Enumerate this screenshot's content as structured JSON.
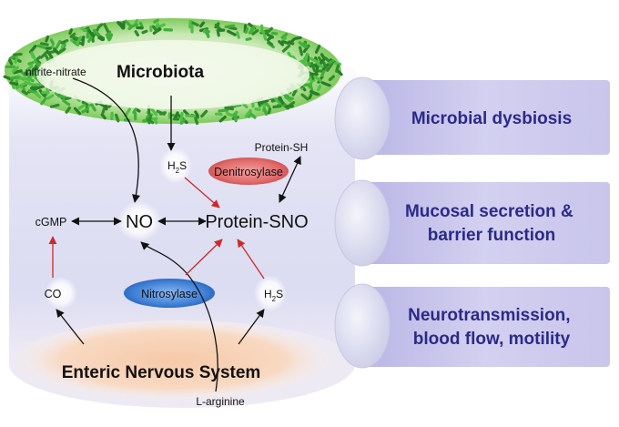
{
  "sources": {
    "microbiota": "Microbiota",
    "enteric_nervous_system": "Enteric Nervous System"
  },
  "molecules": {
    "nitrite_nitrate": "nitrite-nitrate",
    "h2s_top": {
      "base": "H",
      "sub": "2",
      "tail": "S"
    },
    "h2s_right": {
      "base": "H",
      "sub": "2",
      "tail": "S"
    },
    "protein_sh": "Protein-SH",
    "cgmp": "cGMP",
    "no": "NO",
    "protein_sno": "Protein-SNO",
    "co": "CO",
    "l_arginine": "L-arginine"
  },
  "enzymes": {
    "denitrosylase": "Denitrosylase",
    "nitrosylase": "Nitrosylase"
  },
  "outcomes": [
    {
      "lines": [
        "Microbial dysbiosis"
      ]
    },
    {
      "lines": [
        "Mucosal secretion &",
        "barrier function"
      ]
    },
    {
      "lines": [
        "Neurotransmission,",
        "blood flow, motility"
      ]
    }
  ],
  "colors": {
    "microbiota_green": "#3fae3a",
    "bacteria_dark_green": "#2f8a2c",
    "cylinder_lavender": "#dcdcf2",
    "ens_peach": "#f6c9a8",
    "denitrosylase_red": "#e06a6a",
    "nitrosylase_blue": "#3f7fd6",
    "red_arrow": "#cc2a2a",
    "outcome_banner": "#c9c5ec",
    "outcome_text": "#2a2a8a"
  }
}
